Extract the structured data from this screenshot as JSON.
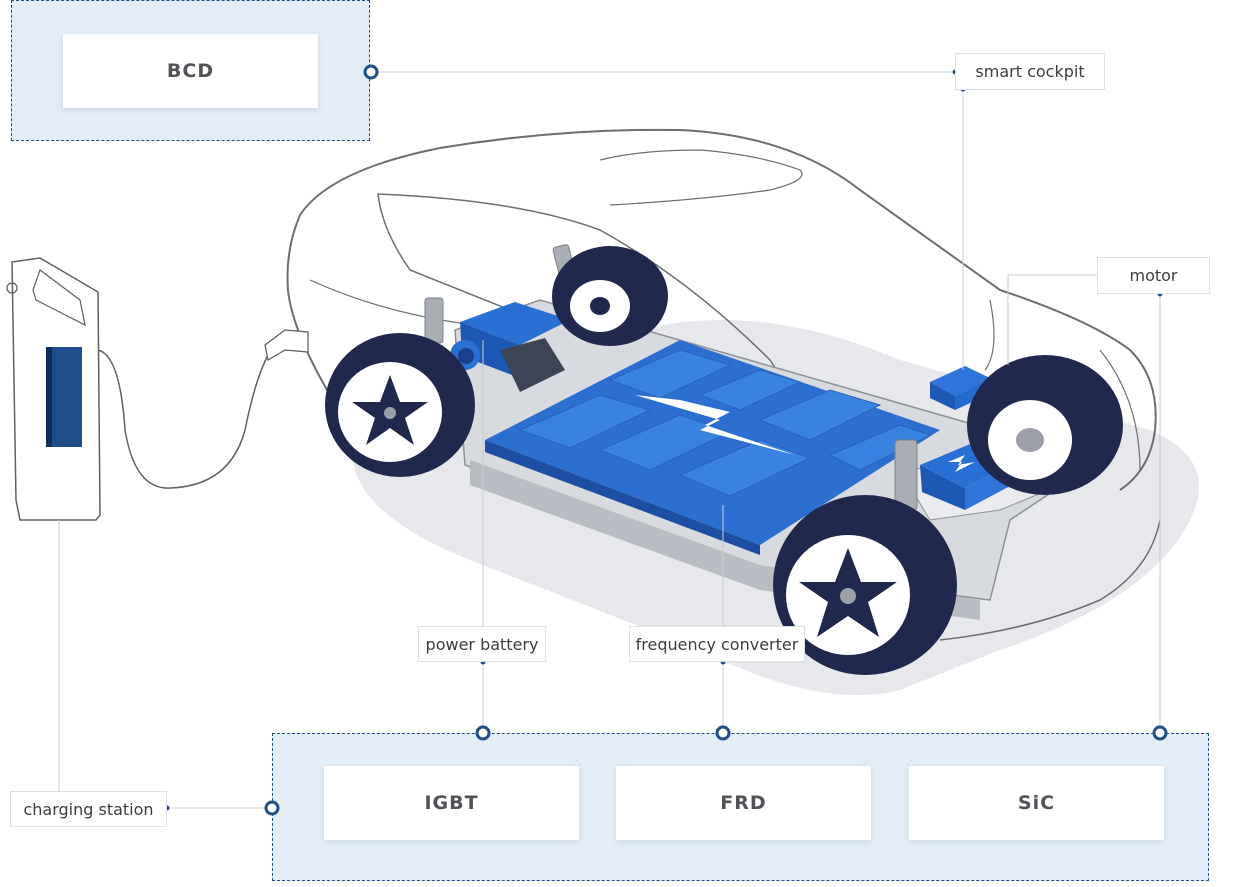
{
  "applications": {
    "smart_cockpit": "smart cockpit",
    "motor": "motor",
    "power_battery": "power battery",
    "frequency_converter": "frequency converter",
    "charging_station": "charging station"
  },
  "devices": {
    "bcd": "BCD",
    "igbt": "IGBT",
    "frd": "FRD",
    "sic": "SiC"
  },
  "colors": {
    "navy": "#1f4f86",
    "battery_blue": "#2d6fd0",
    "wheel_navy": "#20284e",
    "group_fill": "#e3edf7",
    "outline": "#6b6e73"
  },
  "icons": [
    "car-chassis-illustration",
    "charging-station-icon",
    "lightning-bolt-icon",
    "tire-icon"
  ]
}
